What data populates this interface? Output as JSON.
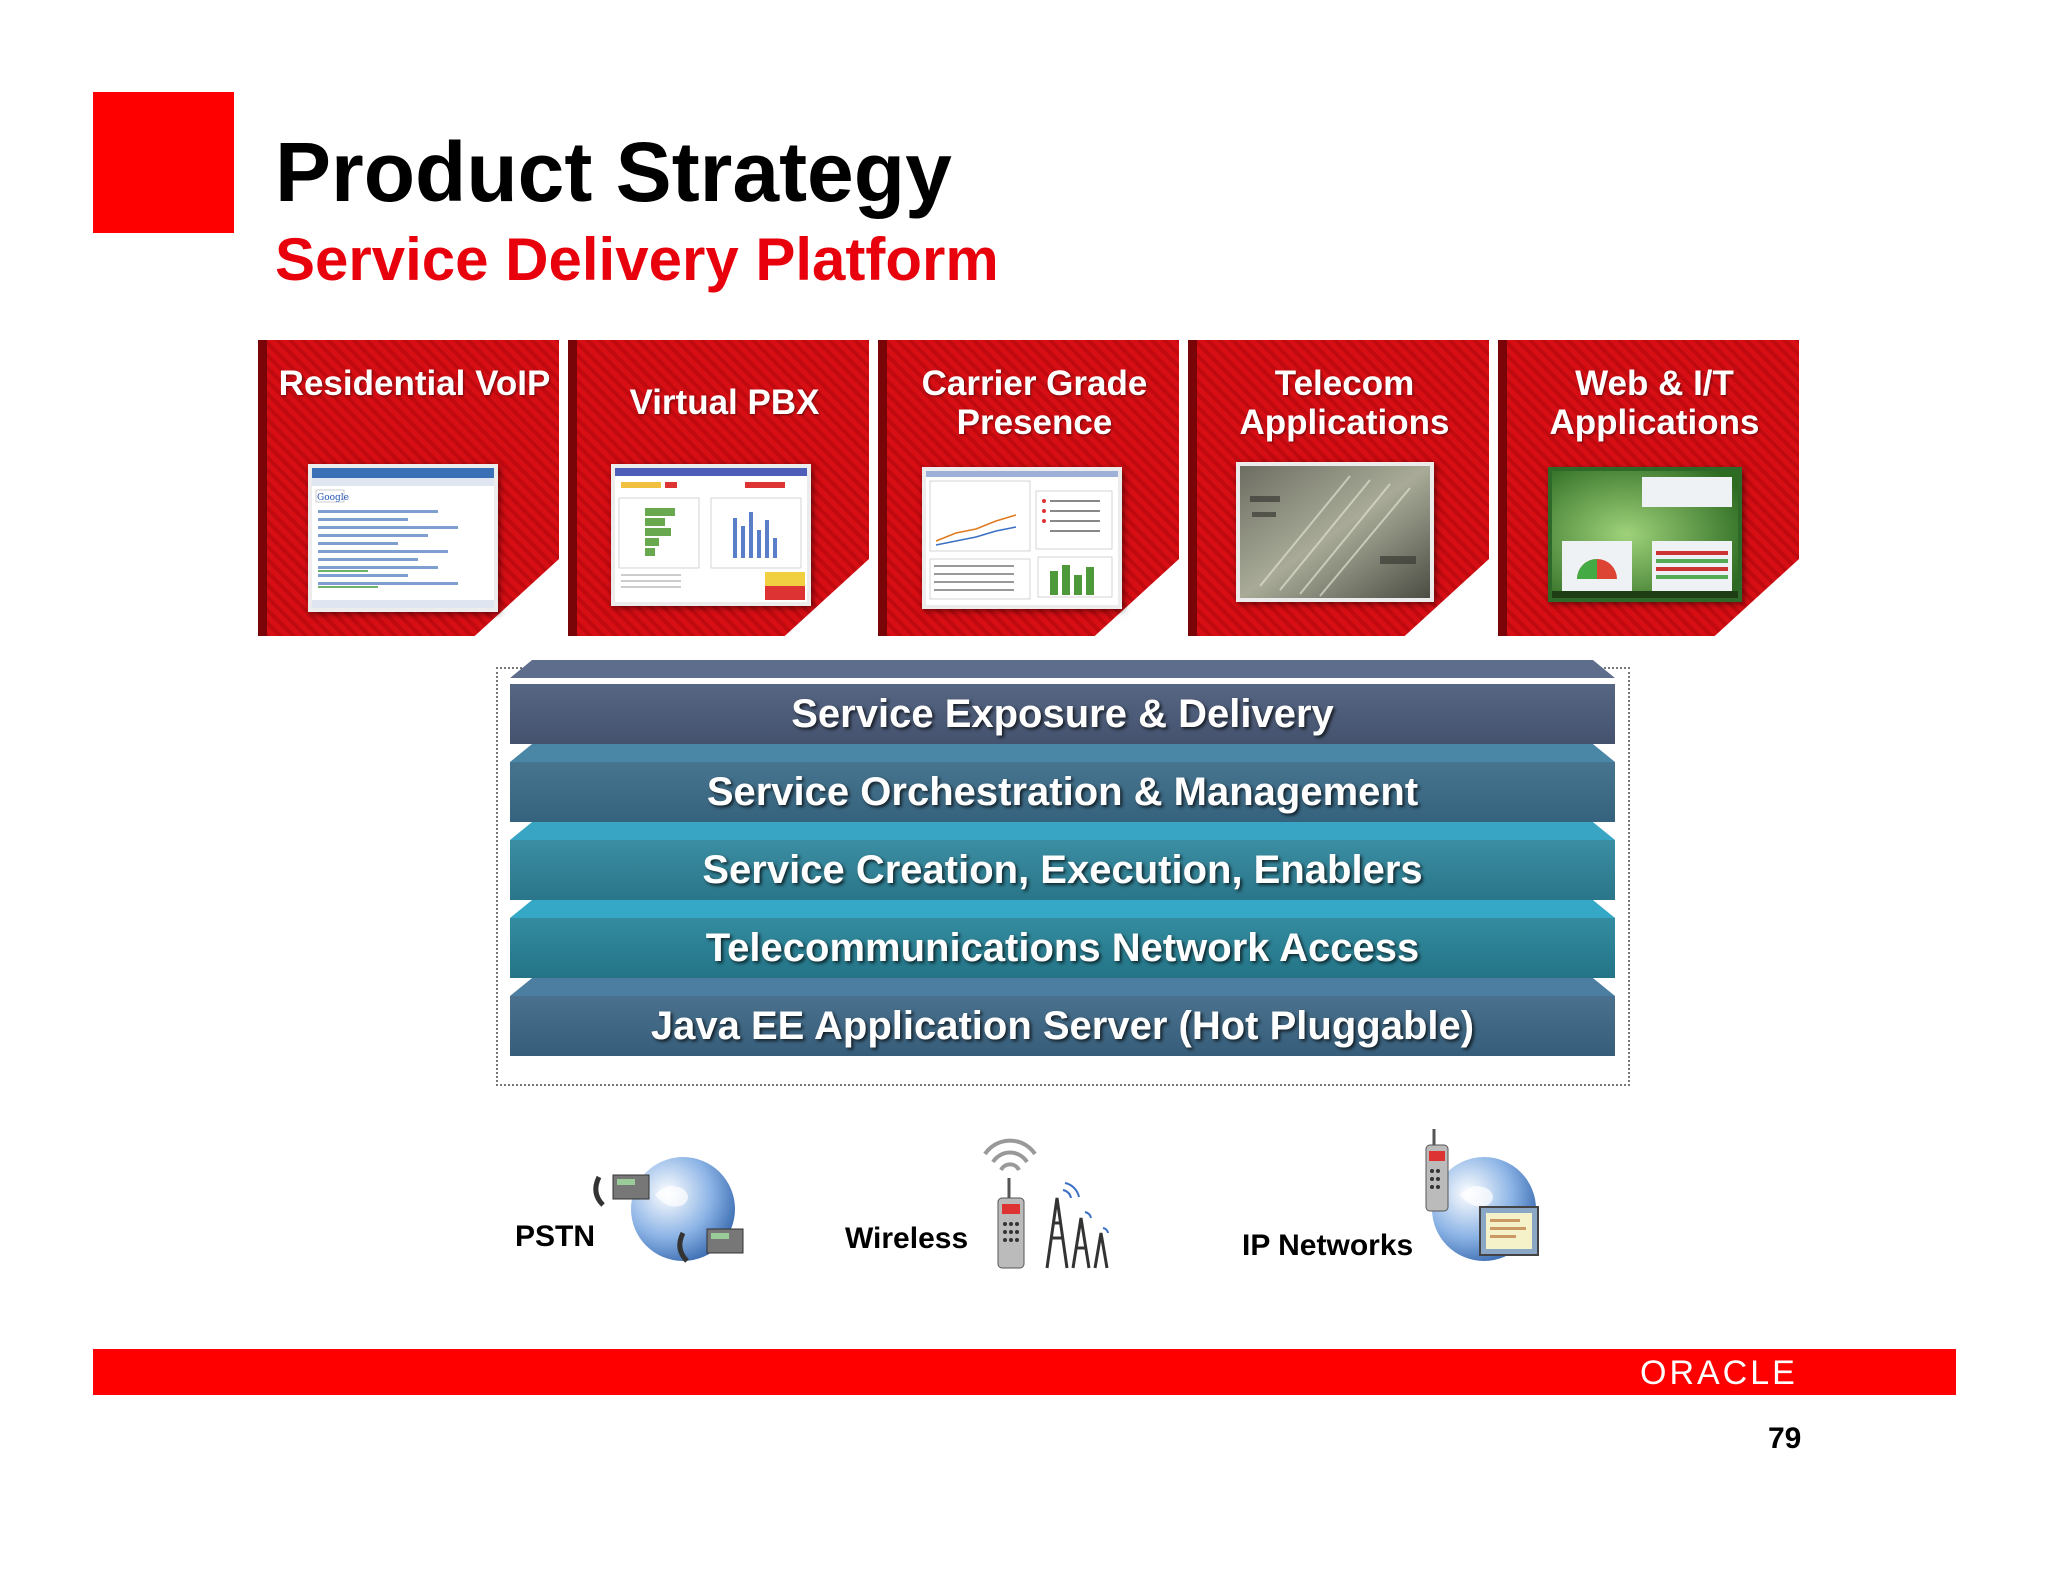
{
  "slide": {
    "title": "Product Strategy",
    "subtitle": "Service Delivery Platform",
    "page_number": "79",
    "logo_text": "ORACLE",
    "accent_color": "#ff0000"
  },
  "applications": [
    {
      "label": "Residential VoIP"
    },
    {
      "label": "Virtual PBX"
    },
    {
      "label": "Carrier Grade Presence"
    },
    {
      "label": "Telecom Applications"
    },
    {
      "label": "Web & I/T Applications"
    }
  ],
  "layers": [
    {
      "label": "Service Exposure & Delivery",
      "color": "#4c5b78"
    },
    {
      "label": "Service Orchestration & Management",
      "color": "#3d6b86"
    },
    {
      "label": "Service Creation, Execution, Enablers",
      "color": "#2f8297"
    },
    {
      "label": "Telecommunications Network Access",
      "color": "#2a7f93"
    },
    {
      "label": "Java EE Application Server (Hot Pluggable)",
      "color": "#3e6583"
    }
  ],
  "networks": [
    {
      "label": "PSTN"
    },
    {
      "label": "Wireless"
    },
    {
      "label": "IP Networks"
    }
  ]
}
